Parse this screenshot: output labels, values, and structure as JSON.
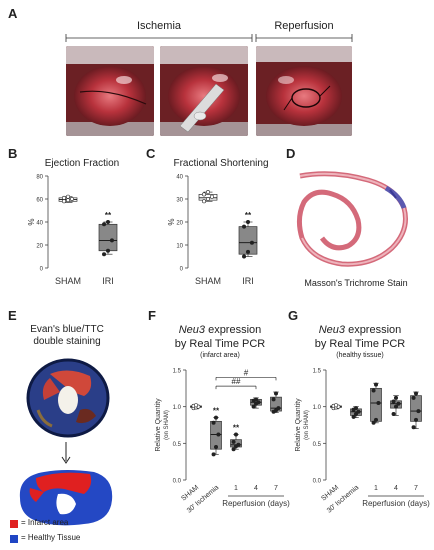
{
  "panels": {
    "a": "A",
    "b": "B",
    "c": "C",
    "d": "D",
    "e": "E",
    "f": "F",
    "g": "G"
  },
  "panel_a": {
    "ischemia": "Ischemia",
    "reperfusion": "Reperfusion"
  },
  "panel_d": {
    "caption": "Masson's Trichrome Stain"
  },
  "panel_e": {
    "title_line1": "Evan's blue/TTC",
    "title_line2": "double staining",
    "legend_infarct": "= Infarct area",
    "legend_healthy": "= Healthy Tissue",
    "infarct_color": "#e02020",
    "healthy_color": "#1f45c4"
  },
  "panel_f": {
    "title_italic": "Neu3",
    "title_rest": " expression",
    "title_line2": "by Real Time PCR",
    "title_line3": "(infarct area)"
  },
  "panel_g": {
    "title_italic": "Neu3",
    "title_rest": " expression",
    "title_line2": "by Real Time PCR",
    "title_line3": "(healthy tissue)"
  },
  "chart_data": [
    {
      "type": "box",
      "title": "Ejection Fraction",
      "ylabel": "%",
      "ylim": [
        0,
        80
      ],
      "yticks": [
        0,
        20,
        40,
        60,
        80
      ],
      "categories": [
        "SHAM",
        "IRI"
      ],
      "boxes": [
        {
          "min": 57,
          "q1": 58,
          "median": 59.5,
          "q3": 61,
          "max": 62,
          "points": [
            58,
            59,
            60,
            61,
            62
          ],
          "color": "#ffffff",
          "sig": ""
        },
        {
          "min": 12,
          "q1": 15,
          "median": 24,
          "q3": 38,
          "max": 40,
          "points": [
            12,
            15,
            24,
            38,
            40
          ],
          "color": "#888888",
          "sig": "**"
        }
      ]
    },
    {
      "type": "box",
      "title": "Fractional Shortening",
      "ylabel": "%",
      "ylim": [
        0,
        40
      ],
      "yticks": [
        0,
        10,
        20,
        30,
        40
      ],
      "categories": [
        "SHAM",
        "IRI"
      ],
      "boxes": [
        {
          "min": 29,
          "q1": 29.5,
          "median": 30.5,
          "q3": 32,
          "max": 33,
          "points": [
            29,
            30,
            31,
            32,
            33
          ],
          "color": "#ffffff",
          "sig": ""
        },
        {
          "min": 5,
          "q1": 6,
          "median": 11,
          "q3": 18,
          "max": 20,
          "points": [
            5,
            7,
            11,
            18,
            20
          ],
          "color": "#888888",
          "sig": "**"
        }
      ]
    },
    {
      "type": "box",
      "ylabel": "Relative Quantity",
      "ylabel2": "(on SHAM)",
      "ylim": [
        0,
        1.5
      ],
      "yticks": [
        0.0,
        0.5,
        1.0,
        1.5
      ],
      "categories": [
        "SHAM",
        "30' Ischemia",
        "1",
        "4",
        "7"
      ],
      "xgroup": "Reperfusion (days)",
      "boxes": [
        {
          "min": 0.97,
          "q1": 0.99,
          "median": 1.0,
          "q3": 1.01,
          "max": 1.02,
          "points": [
            0.98,
            0.99,
            1.0,
            1.01,
            1.02
          ],
          "color": "#ffffff",
          "sig": ""
        },
        {
          "min": 0.35,
          "q1": 0.42,
          "median": 0.62,
          "q3": 0.8,
          "max": 0.85,
          "points": [
            0.35,
            0.45,
            0.62,
            0.78,
            0.85
          ],
          "color": "#888888",
          "sig": "**"
        },
        {
          "min": 0.42,
          "q1": 0.45,
          "median": 0.48,
          "q3": 0.55,
          "max": 0.62,
          "points": [
            0.42,
            0.46,
            0.48,
            0.52,
            0.62
          ],
          "color": "#888888",
          "sig": "**"
        },
        {
          "min": 0.98,
          "q1": 1.02,
          "median": 1.06,
          "q3": 1.1,
          "max": 1.12,
          "points": [
            1.0,
            1.04,
            1.06,
            1.08,
            1.1
          ],
          "color": "#888888",
          "sig": ""
        },
        {
          "min": 0.92,
          "q1": 0.94,
          "median": 0.98,
          "q3": 1.13,
          "max": 1.2,
          "points": [
            0.93,
            0.95,
            0.98,
            1.1,
            1.18
          ],
          "color": "#888888",
          "sig": ""
        }
      ],
      "brackets": [
        {
          "from": 1,
          "to": 4,
          "y": 1.4,
          "label": "#"
        },
        {
          "from": 1,
          "to": 3,
          "y": 1.28,
          "label": "##"
        }
      ]
    },
    {
      "type": "box",
      "ylabel": "Relative Quantity",
      "ylabel2": "(on SHAM)",
      "ylim": [
        0,
        1.5
      ],
      "yticks": [
        0.0,
        0.5,
        1.0,
        1.5
      ],
      "categories": [
        "SHAM",
        "30' Ischemia",
        "1",
        "4",
        "7"
      ],
      "xgroup": "Reperfusion (days)",
      "boxes": [
        {
          "min": 0.97,
          "q1": 0.99,
          "median": 1.0,
          "q3": 1.01,
          "max": 1.02,
          "points": [
            0.98,
            0.99,
            1.0,
            1.01,
            1.02
          ],
          "color": "#ffffff",
          "sig": ""
        },
        {
          "min": 0.85,
          "q1": 0.88,
          "median": 0.93,
          "q3": 0.97,
          "max": 1.0,
          "points": [
            0.86,
            0.9,
            0.93,
            0.96,
            0.98
          ],
          "color": "#888888",
          "sig": ""
        },
        {
          "min": 0.78,
          "q1": 0.8,
          "median": 1.05,
          "q3": 1.25,
          "max": 1.32,
          "points": [
            0.78,
            0.82,
            1.05,
            1.22,
            1.3
          ],
          "color": "#888888",
          "sig": ""
        },
        {
          "min": 0.88,
          "q1": 0.98,
          "median": 1.04,
          "q3": 1.08,
          "max": 1.15,
          "points": [
            0.9,
            1.0,
            1.04,
            1.07,
            1.12
          ],
          "color": "#888888",
          "sig": ""
        },
        {
          "min": 0.7,
          "q1": 0.8,
          "median": 0.94,
          "q3": 1.15,
          "max": 1.2,
          "points": [
            0.72,
            0.82,
            0.94,
            1.12,
            1.18
          ],
          "color": "#888888",
          "sig": ""
        }
      ]
    }
  ]
}
